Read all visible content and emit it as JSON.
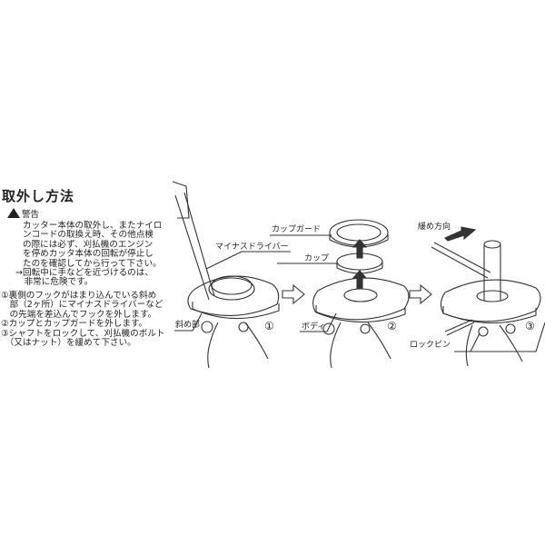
{
  "title": "取外し方法",
  "warning": {
    "icon": "warning-triangle-icon",
    "heading": "警告",
    "lines": [
      "カッター本体の取外し、またナイロ",
      "ンコードの取換え時、その他点検",
      "の際には必ず、刈払機のエンジン",
      "を停めカッタ本体の回転が停止し",
      "たのを確認してから行って下さい。",
      "→回転中に手などを近づけるのは、",
      "　非常に危険です。"
    ]
  },
  "steps": [
    "①裏側のフックがはまり込んでいる斜め",
    "　部（2ヶ所）にマイナスドライバーなど",
    "　の先端を差込んでフックを外します。",
    "②カップとカップガードを外します。",
    "③シャフトをロックして、刈払機のボルト",
    "　（又はナット）を緩めて下さい。"
  ],
  "figure": {
    "labels": {
      "screwdriver": "マイナスドライバー",
      "slant": "斜め部",
      "cup_guard": "カップガード",
      "cup": "カップ",
      "body": "ボディ",
      "loosen_direction": "緩め方向",
      "lock_pin": "ロックピン"
    },
    "step_numbers": [
      "①",
      "②",
      "③"
    ]
  }
}
